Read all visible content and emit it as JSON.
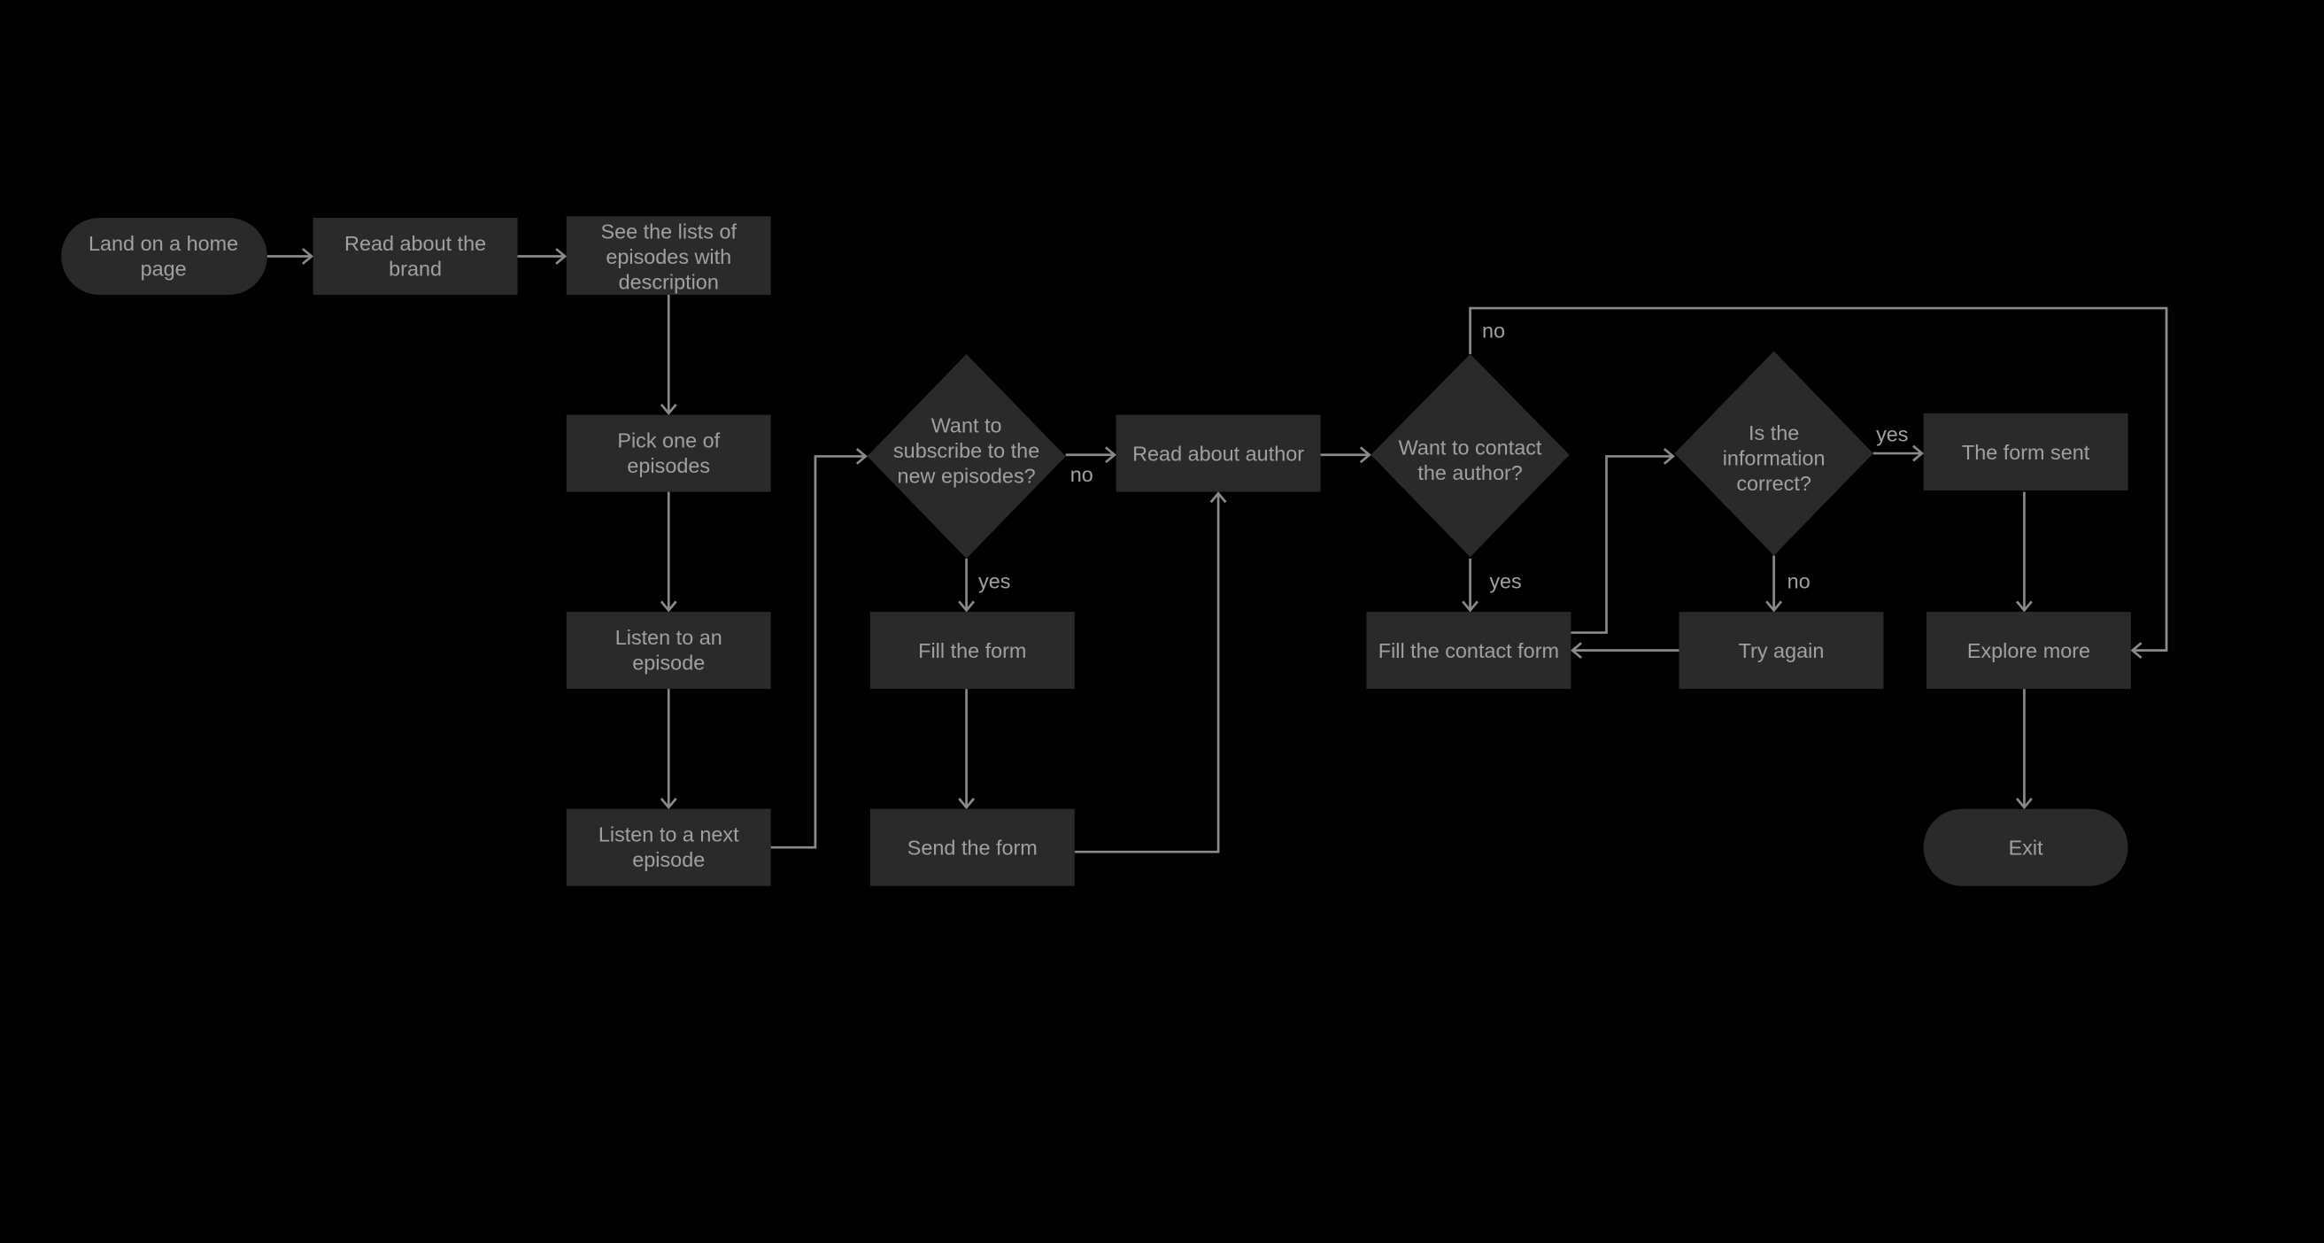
{
  "nodes": {
    "start": {
      "lines": [
        "Land on a home",
        "page"
      ]
    },
    "brand": {
      "lines": [
        "Read about the",
        "brand"
      ]
    },
    "lists": {
      "lines": [
        "See the lists of",
        "episodes with",
        "description"
      ]
    },
    "pick": {
      "lines": [
        "Pick one of",
        "episodes"
      ]
    },
    "listen": {
      "lines": [
        "Listen to an",
        "episode"
      ]
    },
    "next": {
      "lines": [
        "Listen to a next",
        "episode"
      ]
    },
    "subscribe": {
      "lines": [
        "Want to",
        "subscribe to the",
        "new episodes?"
      ]
    },
    "fill_form": {
      "lines": [
        "Fill the form"
      ]
    },
    "send_form": {
      "lines": [
        "Send the form"
      ]
    },
    "author": {
      "lines": [
        "Read about author"
      ]
    },
    "contact": {
      "lines": [
        "Want to contact",
        "the author?"
      ]
    },
    "contact_form": {
      "lines": [
        "Fill the contact form"
      ]
    },
    "correct": {
      "lines": [
        "Is the",
        "information",
        "correct?"
      ]
    },
    "try_again": {
      "lines": [
        "Try again"
      ]
    },
    "form_sent": {
      "lines": [
        "The form sent"
      ]
    },
    "explore": {
      "lines": [
        "Explore more"
      ]
    },
    "exit": {
      "lines": [
        "Exit"
      ]
    }
  },
  "edge_labels": {
    "subscribe_no": "no",
    "subscribe_yes": "yes",
    "contact_no": "no",
    "contact_yes": "yes",
    "correct_yes": "yes",
    "correct_no": "no"
  },
  "colors": {
    "background": "#000000",
    "node": "#2a2a2a",
    "text": "#a0a0a0",
    "line": "#8a8a8a"
  }
}
